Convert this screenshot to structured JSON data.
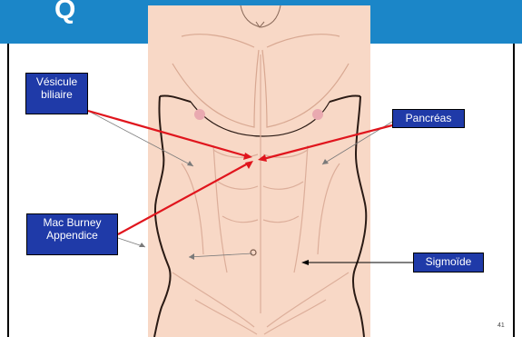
{
  "slide": {
    "title": "Q",
    "labels": {
      "vesicule": [
        "Vésicule",
        "biliaire"
      ],
      "pancreas": "Pancréas",
      "mac_burney": [
        "Mac Burney",
        "Appendice"
      ],
      "sigmoide": "Sigmoïde"
    },
    "page_number": "41"
  },
  "colors": {
    "title_bar": "#1b86c8",
    "label_bg": "#1f3aa8",
    "arrow_red": "#e0151d",
    "skin": "#f8d8c6"
  }
}
